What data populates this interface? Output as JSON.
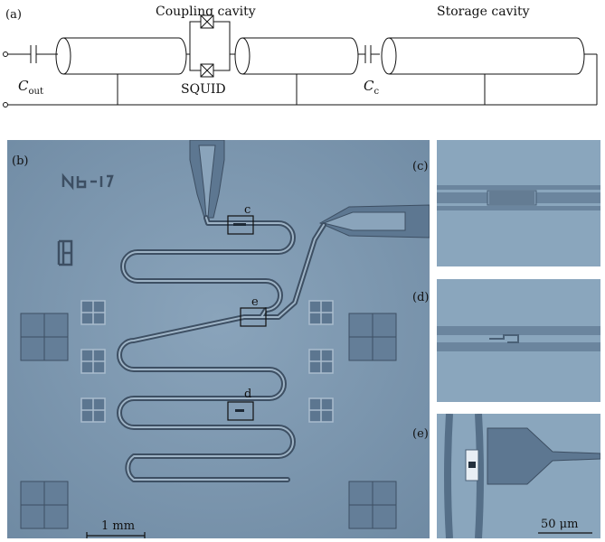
{
  "figure": {
    "circuit": {
      "panel_label": "(a)",
      "coupling_cavity_label": "Coupling cavity",
      "storage_cavity_label": "Storage cavity",
      "c_out_label": "C",
      "c_out_sub": "out",
      "squid_label": "SQUID",
      "c_c_label": "C",
      "c_c_sub": "c"
    },
    "chip_photo": {
      "panel_label": "(b)",
      "chip_marking": "Nb-17",
      "box_labels": [
        "c",
        "e",
        "d"
      ],
      "scale_bar_label": "1 mm"
    },
    "zoom_c": {
      "panel_label": "(c)"
    },
    "zoom_d": {
      "panel_label": "(d)"
    },
    "zoom_e": {
      "panel_label": "(e)",
      "scale_bar_label": "50 μm"
    },
    "colors": {
      "substrate": "#7f9ab2",
      "metal": "#647e98",
      "line_dark": "#3d4f63",
      "junction_white": "#e8eef4"
    }
  }
}
